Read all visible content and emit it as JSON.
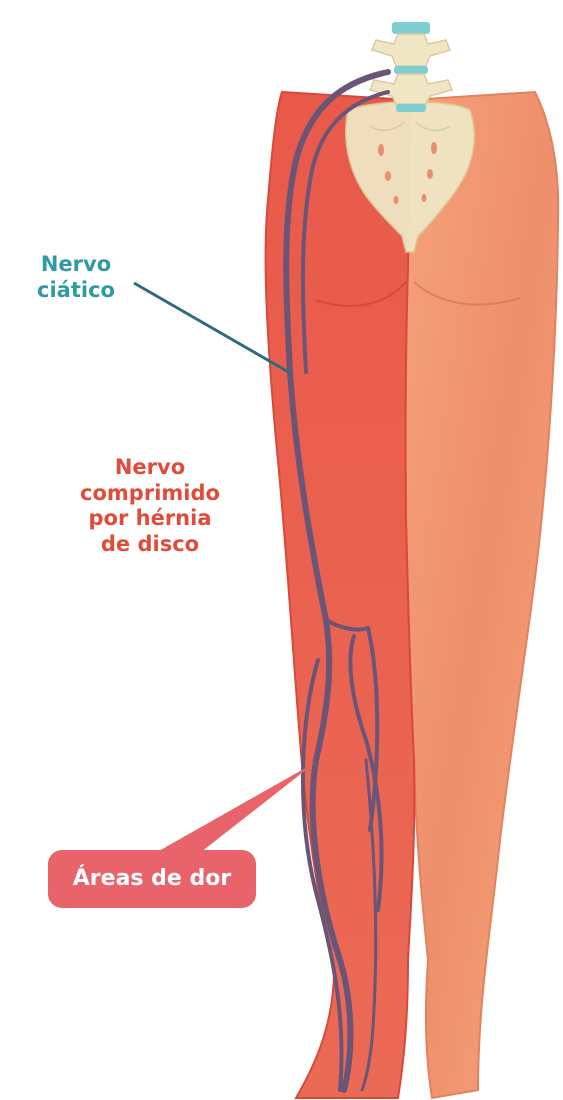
{
  "labels": {
    "sciatic_nerve": [
      "Nervo",
      "ciático"
    ],
    "compressed_nerve": [
      "Nervo",
      "comprimido",
      "por hérnia",
      "de disco"
    ],
    "pain_areas": "Áreas de dor"
  },
  "colors": {
    "affected_leg": "#e85d4c",
    "healthy_leg": "#f29a72",
    "nerve": "#6b5577",
    "spine_bone": "#f0e6c4",
    "disc": "#7dcfd2",
    "sciatic_label": "#2f9aa3",
    "compressed_label": "#e14b3a",
    "pain_badge": "#e8636a"
  }
}
